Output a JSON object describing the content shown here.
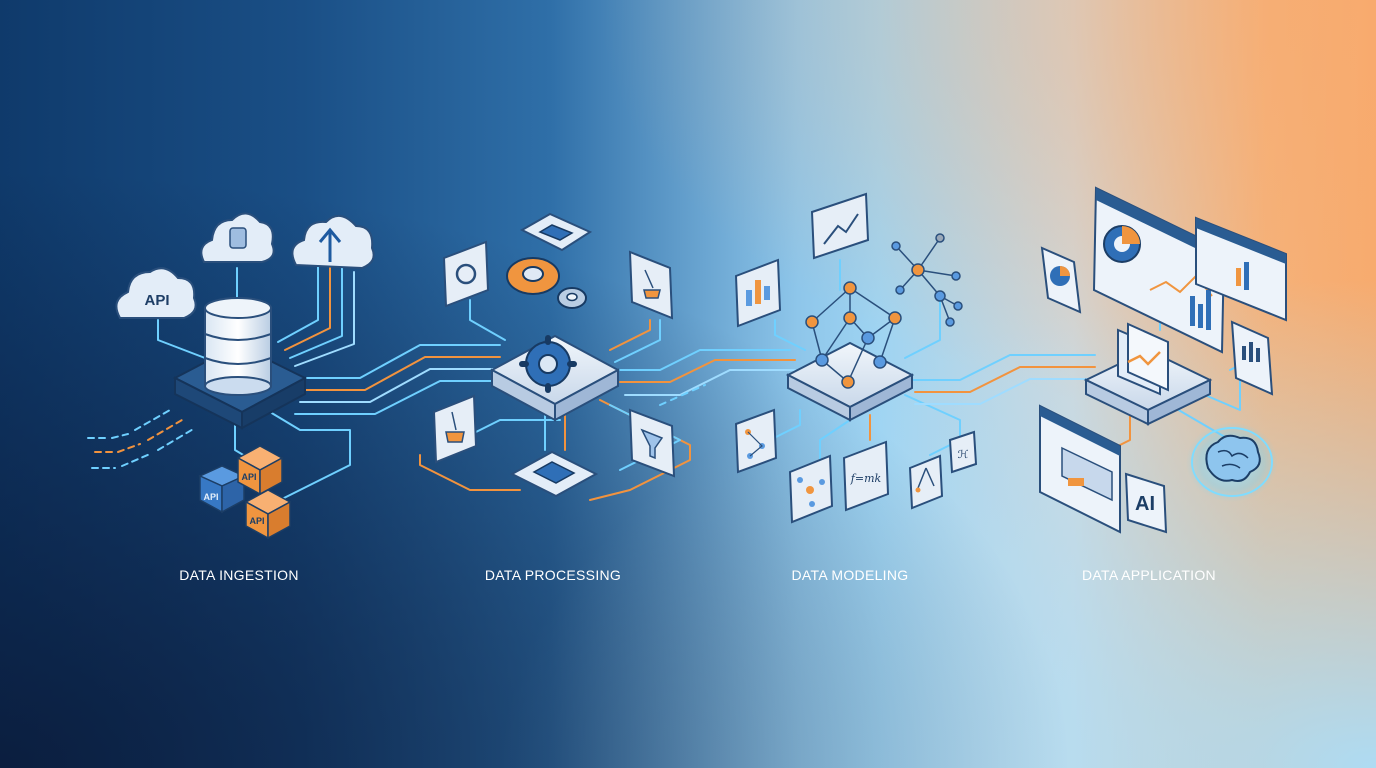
{
  "stages": [
    {
      "label": "DATA INGESTION"
    },
    {
      "label": "DATA PROCESSING"
    },
    {
      "label": "DATA MODELING"
    },
    {
      "label": "DATA APPLICATION"
    }
  ],
  "icons": {
    "api_cloud": "API",
    "api_box_1": "API",
    "api_box_2": "API",
    "api_box_3": "API",
    "formula": "f=mk",
    "ai_tile": "AI"
  },
  "colors": {
    "navy": "#0f3a6b",
    "light_blue": "#9fd4f2",
    "orange": "#f2933e",
    "glow_blue": "#4fd0ff",
    "tile": "#e6eef7"
  }
}
